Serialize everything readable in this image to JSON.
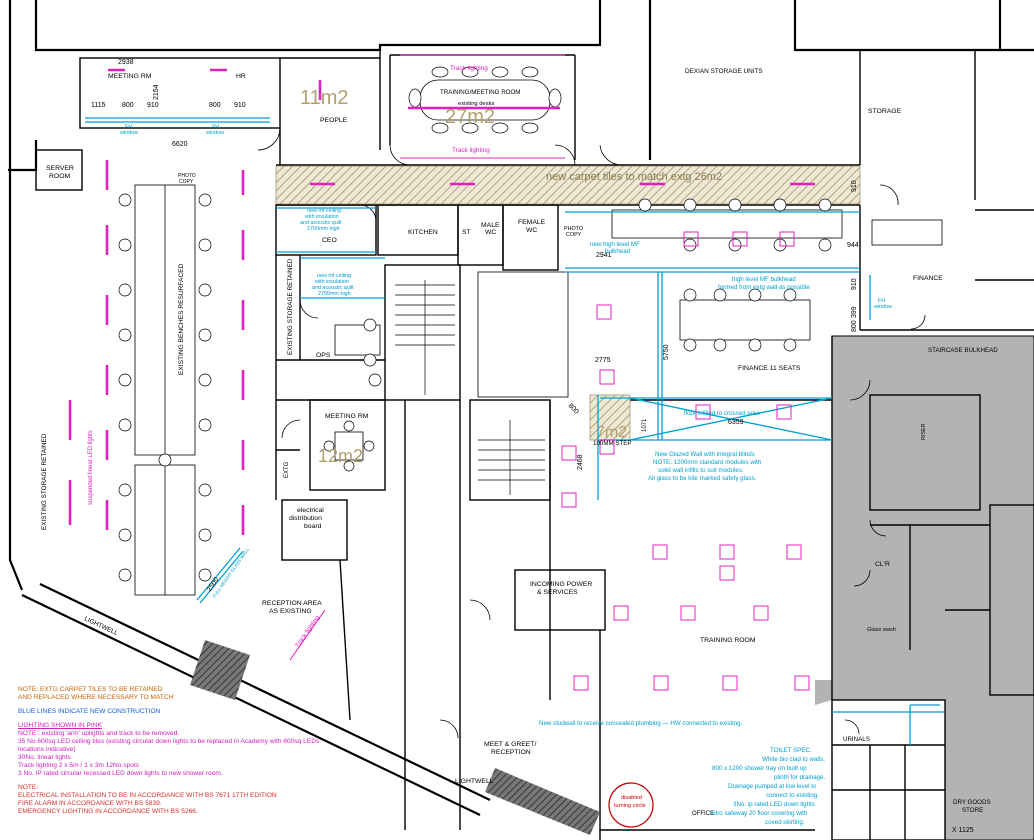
{
  "colors": {
    "existing_lines": "#000000",
    "new_construction": "#00a0d0",
    "lighting": "#e020c0",
    "carpet_hatch": "#8a7a50",
    "shaded_area": "#b0b0b0",
    "note_orange": "#c86400",
    "note_red": "#d03030"
  },
  "rooms": {
    "meeting_rm_top": "MEETING RM",
    "hr": "HR",
    "people": "PEOPLE",
    "training_meeting_room": "TRAINING/MEETING ROOM",
    "existing_desks": "existing desks",
    "dexian_storage": "DEXIAN STORAGE UNITS",
    "storage": "STORAGE",
    "server_room_1": "SERVER",
    "server_room_2": "ROOM",
    "kitchen": "KITCHEN",
    "st": "ST",
    "male_wc_1": "MALE",
    "male_wc_2": "WC",
    "female_wc_1": "FEMALE",
    "female_wc_2": "WC",
    "photo_copy_1": "PHOTO",
    "photo_copy_2": "COPY",
    "ceo": "CEO",
    "existing_storage_retained": "EXISTING STORAGE RETAINED",
    "ops": "OPS",
    "meeting_rm_mid": "MEETING RM",
    "extg": "EXTG",
    "electrical_board_1": "electrical",
    "electrical_board_2": "distribution",
    "electrical_board_3": "board",
    "existing_benches": "EXISTING BENCHES RESURFACED",
    "existing_storage_left": "EXISTING STORAGE RETAINED",
    "finance": "FINANCE",
    "finance_seats": "FINANCE 11 SEATS",
    "staircase_bulkhead": "STAIRCASE BULKHEAD",
    "training_room": "TRAINING ROOM",
    "incoming_power_1": "INCOMING POWER",
    "incoming_power_2": "& SERVICES",
    "reception_1": "RECEPTION AREA",
    "reception_2": "AS EXISTING",
    "lightwell_1": "LIGHTWELL",
    "lightwell_2": "LIGHTWELL",
    "meet_greet_1": "MEET & GREET/",
    "meet_greet_2": "RECEPTION",
    "clr": "CL'R",
    "glass_wash": "Glass wash",
    "urinals": "URINALS",
    "dry_goods_1": "DRY GOODS",
    "dry_goods_2": "STORE",
    "disabled_1": "disabled",
    "disabled_2": "turning circle",
    "office": "OFFICE",
    "photo_copy_left_1": "PHOTO",
    "photo_copy_left_2": "COPY",
    "riser": "RISER"
  },
  "areas": {
    "a11": "11m2",
    "a27": "27m2",
    "a26": "26m2",
    "a7": "7m2",
    "a12": "12m2"
  },
  "dimensions": {
    "d2938": "2938",
    "d2154": "2154",
    "d1115": "1115",
    "d800a": "800",
    "d910a": "910",
    "d800b": "800",
    "d910b": "910",
    "d6620": "6620",
    "d2941": "2941",
    "d944": "944",
    "d910c": "910",
    "d910d": "910",
    "d399": "399",
    "d800c": "800",
    "d5750": "5750",
    "d2775": "2775",
    "d800d": "800",
    "d6359": "6359",
    "d1071": "1071",
    "d2468": "2468",
    "d2500": "2500",
    "d1125": "X 1125"
  },
  "annotations": {
    "fh_window_1": "FH",
    "fh_window_1b": "window",
    "fh_window_2": "FH",
    "fh_window_2b": "window",
    "fh_window_3": "FH",
    "fh_window_3b": "window",
    "track_lighting_1": "Track lighting",
    "track_lighting_2": "Track lighting",
    "track_lighting_3": "Track lighting",
    "carpet_tiles": "new carpet tiles to match extg 26m2",
    "new_mf_ceiling_1a": "new mf ceiling",
    "new_mf_ceiling_1b": "with insulation",
    "new_mf_ceiling_1c": "and acoustic quilt",
    "new_mf_ceiling_1d": "2700mm high",
    "new_mf_ceiling_2a": "new mf ceiling",
    "new_mf_ceiling_2b": "with insulation",
    "new_mf_ceiling_2c": "and acoustic quilt",
    "new_mf_ceiling_2d": "2750mm high",
    "high_level_mf_1": "new high level MF",
    "high_level_mf_2": "bulkhead",
    "high_level_mf_bulkhead_1": "high level MF bulkhead",
    "high_level_mf_bulkhead_2": "formed from extg wall as possible",
    "floor_infilled": "floor infilled to crossed area",
    "step": "100MM STEP",
    "glazed_wall_1": "New Glazed Wall with integral blinds",
    "glazed_wall_2": "NOTE: 1200mm standard modules with",
    "glazed_wall_3": "solid wall infills to suit modules.",
    "glazed_wall_4": "All glass to be kite marked safety glass.",
    "suspended_lights": "suspended linear LED lights",
    "full_height_glass": "FULL HEIGHT GLASS WALL",
    "studwall": "New studwall to receive concealed plumbing — HW connected to existing.",
    "toilet_spec_title": "TOILET SPEC.",
    "toilet_spec_1": "White bio clad to walls.",
    "toilet_spec_2": "800 x 1200 shower tray on built up",
    "toilet_spec_3": "plinth for drainage.",
    "toilet_spec_4": "Drainage pumped at low level to",
    "toilet_spec_5": "connect to existing.",
    "toilet_spec_6": "3No. ip rated LED down lights",
    "toilet_spec_7": "Altro safeway 20 floor covering with",
    "toilet_spec_8": "coved skirting."
  },
  "notes": {
    "orange_1": "NOTE: EXTG CARPET TILES TO BE RETAINED",
    "orange_2": "AND REPLACED WHERE NECESSARY TO MATCH",
    "blue_1": "BLUE LINES INDICATE NEW CONSTRUCTION",
    "pink_title": "LIGHTING SHOWN IN PINK",
    "pink_1": "NOTE : existing 'arm' uplights and track to be removed.",
    "pink_2": "35 No 600sq LED ceiling tiles (existing circular down lights to be replaced in Academy with 600sq LEDs",
    "pink_3": "locations indicative)",
    "pink_4": "30No. linear lights",
    "pink_5": "Track lighting 2 x 5m / 1 x 3m 12No spots",
    "pink_6": "3 No. IP rated circular recessed LED down lights to new shower room.",
    "red_1": "NOTE:",
    "red_2": "ELECTRICAL INSTALLATION TO BE IN ACCORDANCE WITH BS 7671 17TH EDITION",
    "red_3": "FIRE ALARM IN ACCORDANCE WITH BS 5839.",
    "red_4": "EMERGENCY LIGHTING IN ACCORDANCE WITH BS 5266."
  }
}
